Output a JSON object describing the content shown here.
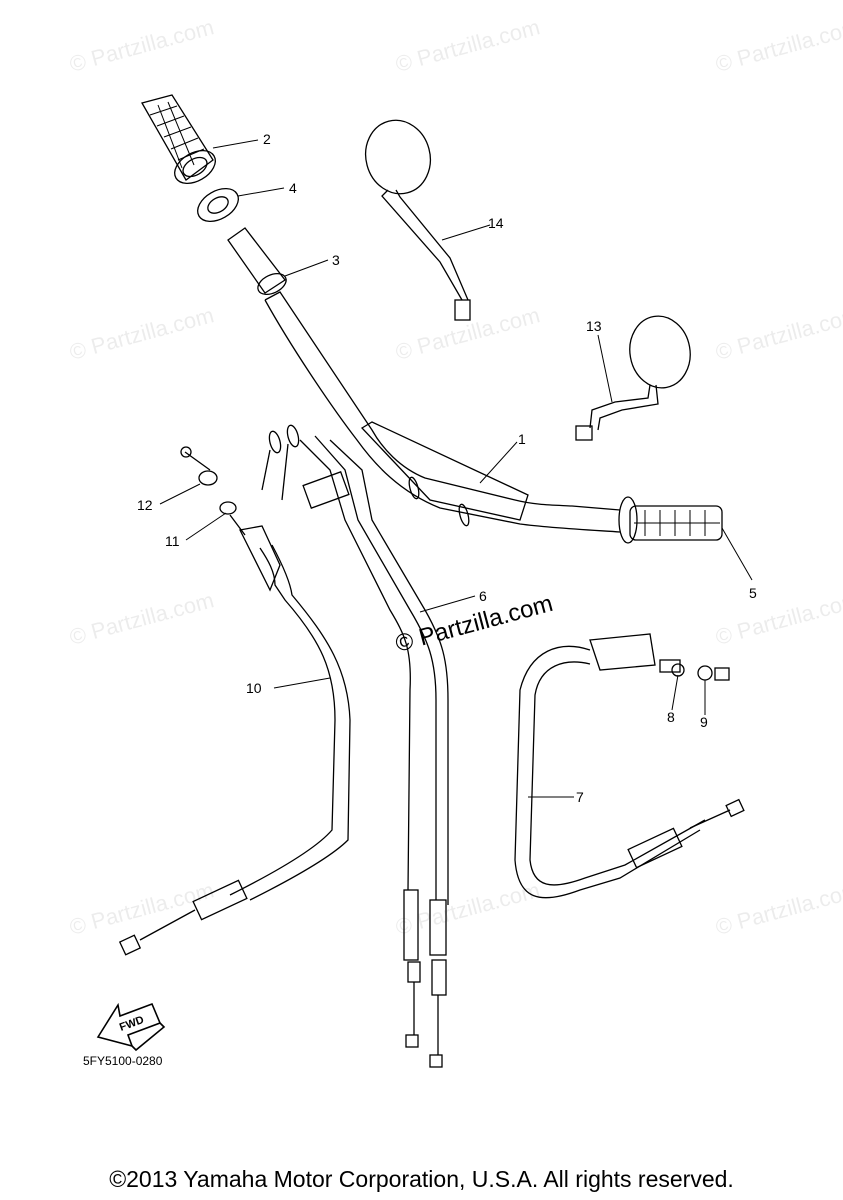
{
  "watermark": "© Partzilla.com",
  "center_watermark": "© Partzilla.com",
  "diagram_code": "5FY5100-0280",
  "fwd_label": "FWD",
  "copyright": "©2013 Yamaha Motor Corporation, U.S.A. All rights reserved.",
  "callouts": [
    "1",
    "2",
    "3",
    "4",
    "5",
    "6",
    "7",
    "8",
    "9",
    "10",
    "11",
    "12",
    "13",
    "14"
  ],
  "colors": {
    "ink": "#000000",
    "background": "#ffffff"
  }
}
